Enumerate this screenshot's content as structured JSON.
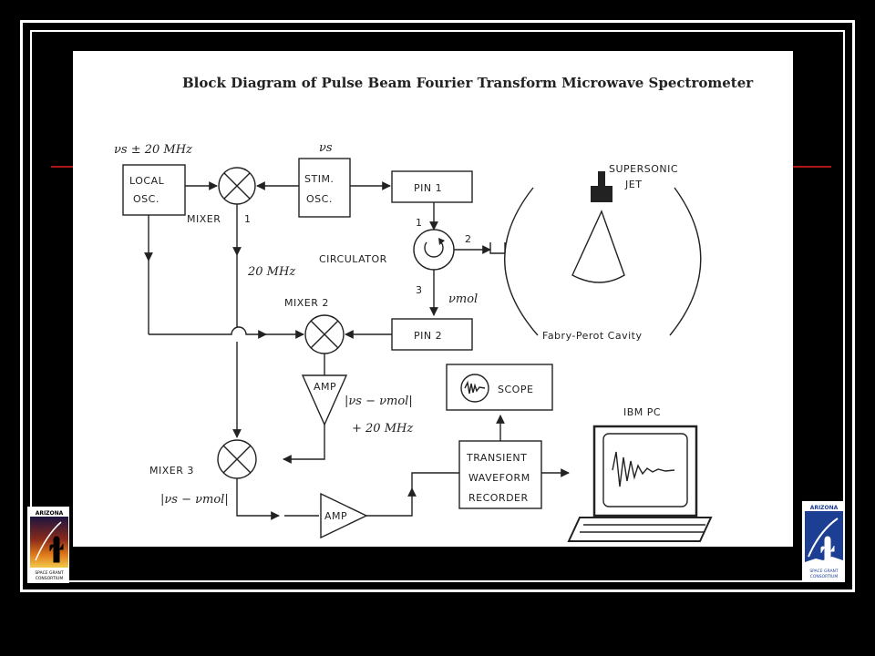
{
  "diagram": {
    "title": "Block Diagram of Pulse Beam Fourier Transform Microwave Spectrometer",
    "labels": {
      "local_osc_line1": "LOCAL",
      "local_osc_line2": "OSC.",
      "local_freq": "νs ± 20 MHz",
      "mixer1": "MIXER",
      "mixer1_port": "1",
      "stim_osc_line1": "STIM.",
      "stim_osc_line2": "OSC.",
      "stim_freq": "νs",
      "pin1": "PIN 1",
      "pin2": "PIN 2",
      "circulator": "CIRCULATOR",
      "circ_port1": "1",
      "circ_port2": "2",
      "circ_port3": "3",
      "nu_mol": "νmol",
      "if_20mhz": "20 MHz",
      "mixer2": "MIXER 2",
      "amp1": "AMP",
      "diff_freq": "|νs − νmol|",
      "plus_20mhz": "+ 20 MHz",
      "mixer3": "MIXER 3",
      "diff_freq_out": "|νs − νmol|",
      "amp2": "AMP",
      "scope": "SCOPE",
      "recorder_line1": "TRANSIENT",
      "recorder_line2": "WAVEFORM",
      "recorder_line3": "RECORDER",
      "ibm_pc": "IBM PC",
      "jet_line1": "SUPERSONIC",
      "jet_line2": "JET",
      "cavity": "Fabry-Perot Cavity"
    }
  },
  "logos": {
    "left": {
      "top_text": "ARIZONA",
      "bottom_line1": "SPACE GRANT",
      "bottom_line2": "CONSORTIUM"
    },
    "right": {
      "top_text": "ARIZONA",
      "bottom_line1": "SPACE GRANT",
      "bottom_line2": "CONSORTIUM"
    }
  },
  "colors": {
    "background": "#000000",
    "frame": "#ffffff",
    "accent_rule": "#b01818",
    "logo_blue": "#1c3f94"
  }
}
